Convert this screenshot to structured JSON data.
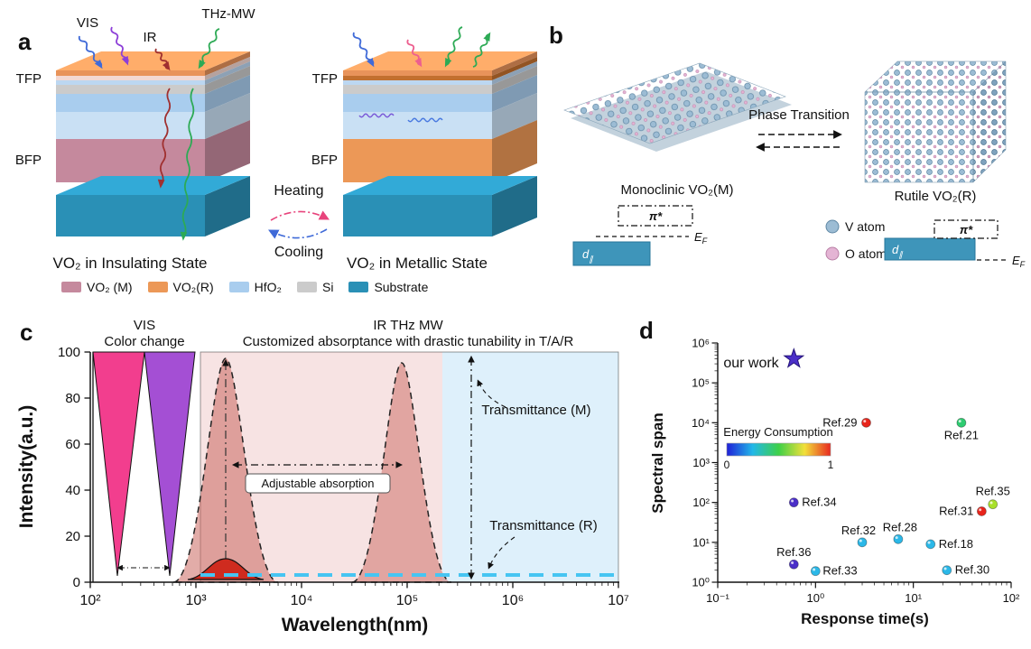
{
  "panels": {
    "a": {
      "label": "a",
      "rays": {
        "vis": "VIS",
        "ir": "IR",
        "thz": "THz-MW"
      },
      "stack_labels": {
        "tfp": "TFP",
        "bfp": "BFP"
      },
      "cycle": {
        "heating": "Heating",
        "cooling": "Cooling"
      },
      "caption_insulating": "VO₂ in Insulating State",
      "caption_metallic": "VO₂ in Metallic State",
      "legend": [
        {
          "label": "VO₂ (M)",
          "color": "#c5899d"
        },
        {
          "label": "VO₂(R)",
          "color": "#ec9857"
        },
        {
          "label": "HfO₂",
          "color": "#a9cdee"
        },
        {
          "label": "Si",
          "color": "#cbcbcb"
        },
        {
          "label": "Substrate",
          "color": "#2a90b6"
        }
      ]
    },
    "b": {
      "label": "b",
      "phase_transition": "Phase Transition",
      "monoclinic_caption": "Monoclinic VO₂(M)",
      "rutile_caption": "Rutile VO₂(R)",
      "atom_legend": [
        {
          "label": "V atom",
          "color": "#9cbcd4"
        },
        {
          "label": "O atom",
          "color": "#e4b4d4"
        }
      ],
      "bands": {
        "pi_star": "π*",
        "d_main": "d",
        "d_sub": "∥",
        "ef_main": "E",
        "ef_sub": "F"
      }
    },
    "c": {
      "label": "c",
      "header_vis": "VIS",
      "header_vis_sub": "Color change",
      "header_ir": "IR THz MW",
      "header_ir_sub": "Customized absorptance with drastic tunability in T/A/R",
      "xlabel": "Wavelength(nm)",
      "ylabel": "Intensity(a.u.)",
      "x_ticks": [
        "10²",
        "10³",
        "10⁴",
        "10⁵",
        "10⁶",
        "10⁷"
      ],
      "x_tick_exponents": [
        2,
        3,
        4,
        5,
        6,
        7
      ],
      "y_ticks": [
        "0",
        "20",
        "40",
        "60",
        "80",
        "100"
      ],
      "y_tick_values": [
        0,
        20,
        40,
        60,
        80,
        100
      ],
      "annotations": {
        "adjustable": "Adjustable absorption",
        "trans_m": "Transmittance (M)",
        "trans_r": "Transmittance (R)"
      },
      "chart_data": {
        "type": "area",
        "xlabel": "Wavelength(nm)",
        "ylabel": "Intensity(a.u.)",
        "x_scale": "log",
        "xlim": [
          100,
          10000000
        ],
        "ylim": [
          0,
          100
        ],
        "vis_band": {
          "label": "VIS Color change",
          "range_nm": [
            110,
            900
          ],
          "colors": [
            "#f23e8e",
            "#a44fd4"
          ]
        },
        "absorption_band": {
          "label": "IR THz MW",
          "range_nm": [
            1100,
            200000
          ],
          "fill": "#f7e3e3"
        },
        "transmittance_band": {
          "range_nm": [
            200000,
            10000000
          ],
          "fill": "#def0fb"
        },
        "absorption_peaks": [
          {
            "center_nm": 1900,
            "peak_intensity": 97
          },
          {
            "center_nm": 80000,
            "peak_intensity": 95
          }
        ],
        "metallic_residual_peak": {
          "center_nm": 1900,
          "peak_intensity": 9
        },
        "transmittance_R_level": 2
      }
    },
    "d": {
      "label": "d",
      "xlabel": "Response time(s)",
      "ylabel": "Spectral span",
      "x_ticks": [
        "10⁻¹",
        "10⁰",
        "10¹",
        "10²"
      ],
      "x_tick_exponents": [
        -1,
        0,
        1,
        2
      ],
      "y_ticks": [
        "10⁰",
        "10¹",
        "10²",
        "10³",
        "10⁴",
        "10⁵",
        "10⁶"
      ],
      "y_tick_exponents": [
        0,
        1,
        2,
        3,
        4,
        5,
        6
      ],
      "colorbar": {
        "label": "Energy Consumption",
        "min": "0",
        "max": "1"
      },
      "chart_data": {
        "type": "scatter",
        "x_scale": "log",
        "y_scale": "log",
        "xlim": [
          0.1,
          100
        ],
        "ylim": [
          1,
          1000000
        ],
        "star": {
          "label": "our work",
          "x": 0.6,
          "y": 400000,
          "color": "#4b2fc8"
        },
        "points": [
          {
            "label": "Ref.29",
            "x": 3.3,
            "y": 10000,
            "color": "#e8251c",
            "dx": -10,
            "dy": 4,
            "anchor": "end"
          },
          {
            "label": "Ref.21",
            "x": 31,
            "y": 10000,
            "color": "#2ecc71",
            "dx": 0,
            "dy": 18,
            "anchor": "middle"
          },
          {
            "label": "Ref.34",
            "x": 0.6,
            "y": 100,
            "color": "#4b2fc8",
            "dx": 9,
            "dy": 4,
            "anchor": "start"
          },
          {
            "label": "Ref.35",
            "x": 65,
            "y": 90,
            "color": "#a8e02a",
            "dx": 0,
            "dy": -10,
            "anchor": "middle"
          },
          {
            "label": "Ref.31",
            "x": 50,
            "y": 60,
            "color": "#e8251c",
            "dx": -9,
            "dy": 4,
            "anchor": "end"
          },
          {
            "label": "Ref.32",
            "x": 3,
            "y": 10,
            "color": "#2bb8e8",
            "dx": -4,
            "dy": -9,
            "anchor": "middle"
          },
          {
            "label": "Ref.28",
            "x": 7,
            "y": 12,
            "color": "#2bb8e8",
            "dx": 2,
            "dy": -9,
            "anchor": "middle"
          },
          {
            "label": "Ref.18",
            "x": 15,
            "y": 9,
            "color": "#2bb8e8",
            "dx": 9,
            "dy": 4,
            "anchor": "start"
          },
          {
            "label": "Ref.36",
            "x": 0.6,
            "y": 2.8,
            "color": "#4b2fc8",
            "dx": 0,
            "dy": -9,
            "anchor": "middle"
          },
          {
            "label": "Ref.33",
            "x": 1.0,
            "y": 1.9,
            "color": "#2bb8e8",
            "dx": 8,
            "dy": 4,
            "anchor": "start"
          },
          {
            "label": "Ref.30",
            "x": 22,
            "y": 2.0,
            "color": "#2bb8e8",
            "dx": 9,
            "dy": 4,
            "anchor": "start"
          }
        ]
      }
    }
  }
}
